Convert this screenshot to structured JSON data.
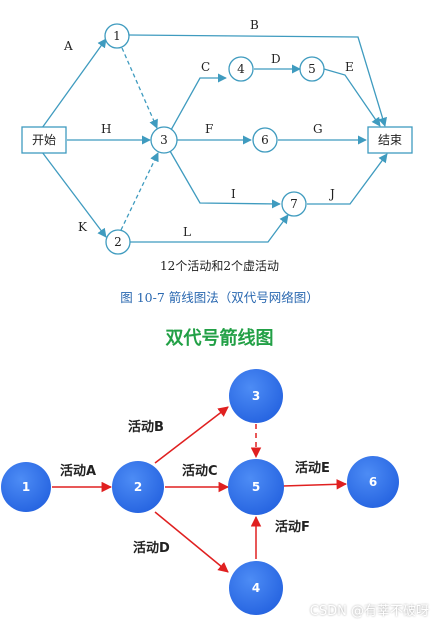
{
  "top": {
    "start_label": "开始",
    "end_label": "结束",
    "nodes": [
      "1",
      "2",
      "3",
      "4",
      "5",
      "6",
      "7"
    ],
    "activities": [
      "A",
      "B",
      "C",
      "D",
      "E",
      "F",
      "G",
      "H",
      "I",
      "J",
      "K",
      "L"
    ],
    "caption": "12个活动和2个虚活动",
    "figure_caption": "图 10-7   箭线图法（双代号网络图）"
  },
  "bottom": {
    "title": "双代号箭线图",
    "nodes": [
      "1",
      "2",
      "3",
      "4",
      "5",
      "6"
    ],
    "activities": [
      "活动A",
      "活动B",
      "活动C",
      "活动D",
      "活动E",
      "活动F"
    ]
  },
  "watermark": "CSDN @有莘不破呀",
  "colors": {
    "top_stroke": "#3f9bbf",
    "bottom_arrow": "#e02020",
    "bottom_node": "#2f6fe6",
    "title_green": "#22a046",
    "caption_blue": "#2a68b0"
  }
}
